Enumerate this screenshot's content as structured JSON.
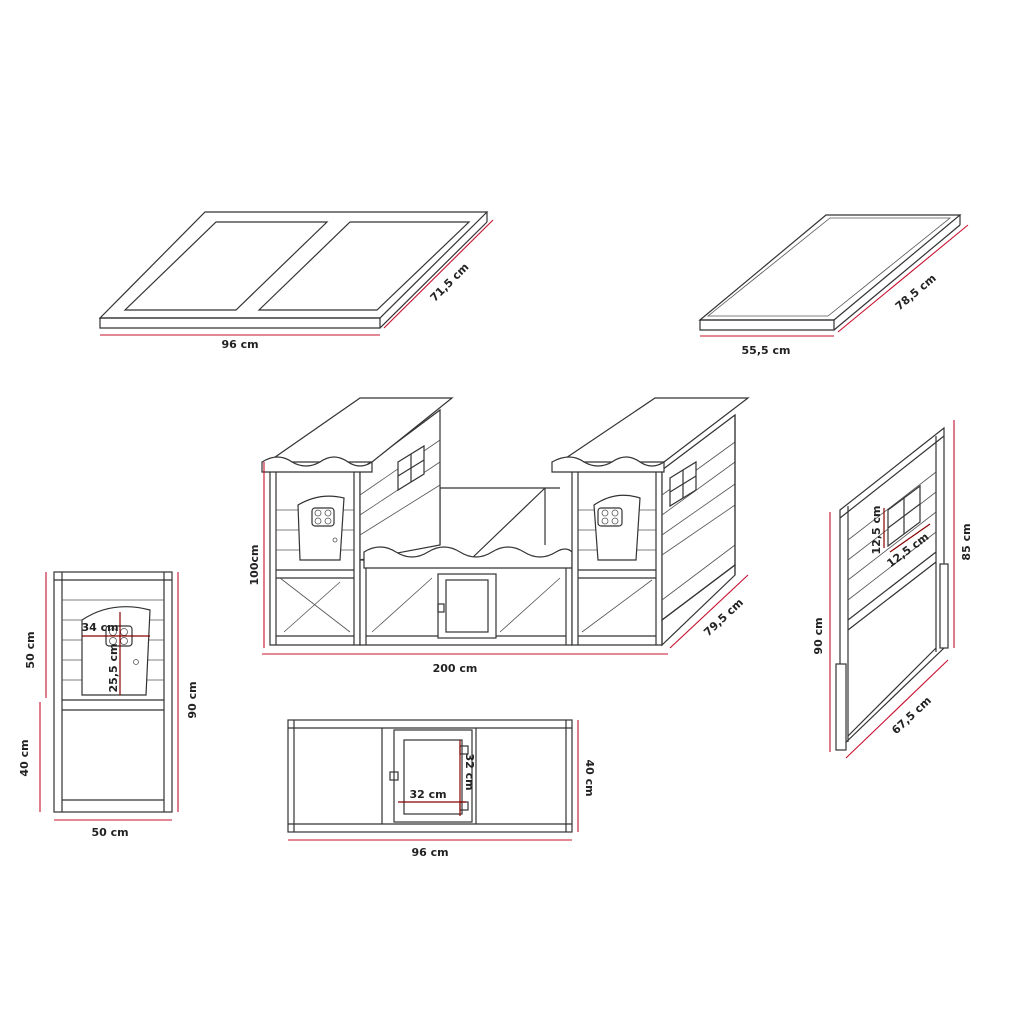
{
  "lid_frame": {
    "width_label": "96 cm",
    "depth_label": "71,5 cm"
  },
  "roof_panel": {
    "width_label": "55,5 cm",
    "depth_label": "78,5 cm"
  },
  "hutch_main": {
    "height_label": "100cm",
    "width_label": "200 cm",
    "depth_label": "79,5 cm"
  },
  "side_panel": {
    "top_label": "50 cm",
    "bottom_label": "40 cm",
    "height_label": "90 cm",
    "width_label": "50 cm",
    "door_w_label": "34 cm",
    "door_h_label": "25,5 cm"
  },
  "front_run": {
    "width_label": "96 cm",
    "height_label": "40 cm",
    "door_w_label": "32 cm",
    "door_h_label": "32 cm"
  },
  "wall_panel": {
    "window_h_label": "12,5 cm",
    "window_w_label": "12,5 cm",
    "height_label": "85 cm",
    "left_label": "90 cm",
    "width_label": "67,5 cm"
  }
}
